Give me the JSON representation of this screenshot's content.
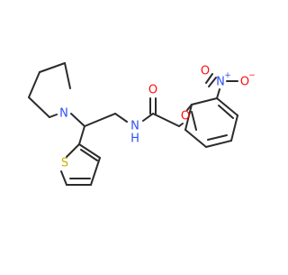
{
  "molecule": {
    "atoms": {
      "amide_nh": "N",
      "amide_h": "H",
      "carbonyl_o": "O",
      "ether_o": "O",
      "pyrrolidine_n": "N",
      "thiophene_s": "S",
      "nitro_n": "N",
      "nitro_n_charge": "+",
      "nitro_o_top": "O",
      "nitro_o_right": "O",
      "nitro_o_charge": "−"
    },
    "colors": {
      "bond": "#2b2b2b",
      "nitrogen": "#3050f8",
      "oxygen": "#ff0d0d",
      "sulfur": "#c9b200",
      "background": "#ffffff"
    }
  }
}
